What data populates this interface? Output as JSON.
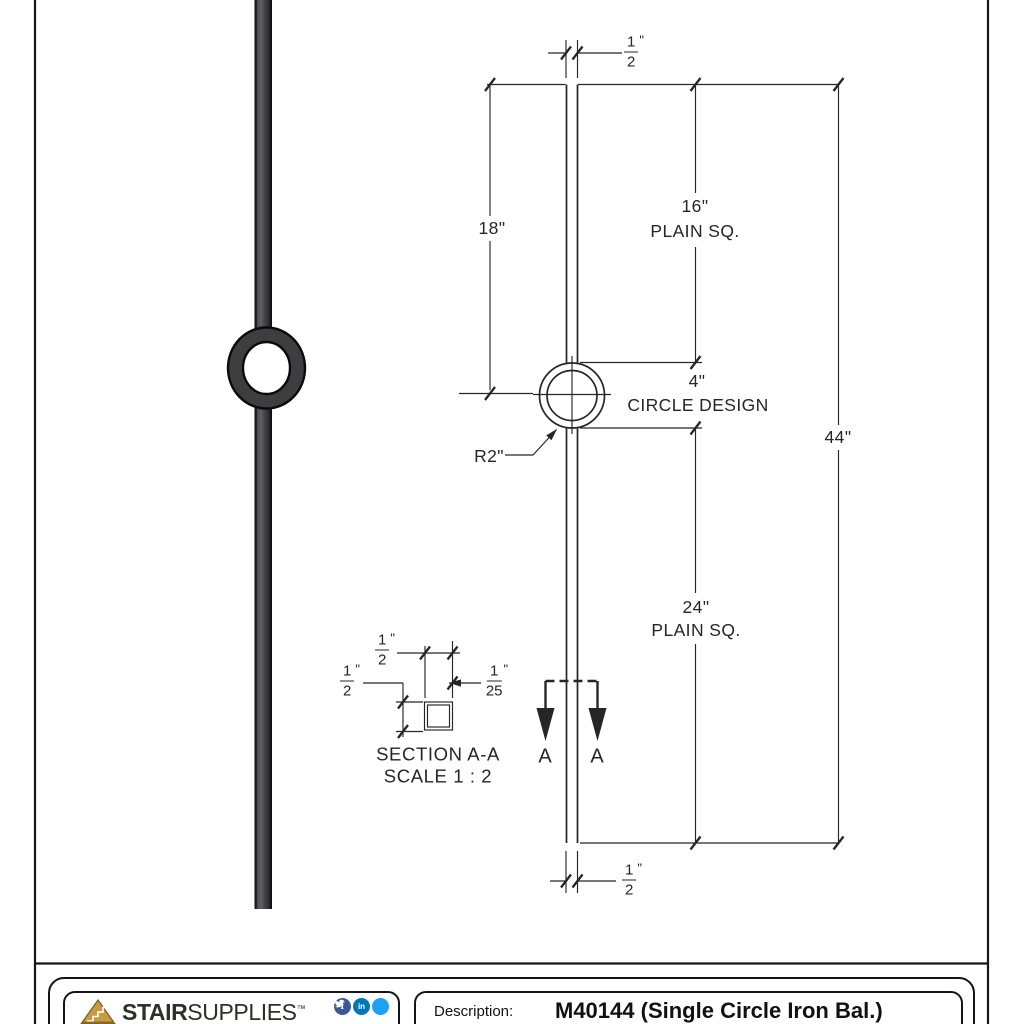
{
  "colors": {
    "line": "#262626",
    "baluster": "#3e3e41",
    "gold": "#c79b43",
    "facebook": "#3b5998",
    "linkedin": "#0077b5",
    "twitter": "#1da1f2"
  },
  "brand": {
    "bold": "STAIR",
    "light": "SUPPLIES",
    "tm": "™"
  },
  "title_block": {
    "description_label": "Description:",
    "description_value": "M40144 (Single Circle Iron Bal.)"
  },
  "dims": {
    "half_num": "1",
    "half_den": "2",
    "inch": "\"",
    "h18": "18\"",
    "h16": "16\"",
    "h16_label": "PLAIN SQ.",
    "h4": "4\"",
    "h4_label": "CIRCLE DESIGN",
    "h44": "44\"",
    "h24": "24\"",
    "h24_label": "PLAIN SQ.",
    "radius": "R2\"",
    "marker_a_left": "A",
    "marker_a_right": "A"
  },
  "section": {
    "w_num": "1",
    "w_den": "2",
    "l_num": "1",
    "l_den": "2",
    "t_num": "1",
    "t_den": "25",
    "inch": "\"",
    "title": "SECTION A-A",
    "scale": "SCALE 1 : 2"
  }
}
